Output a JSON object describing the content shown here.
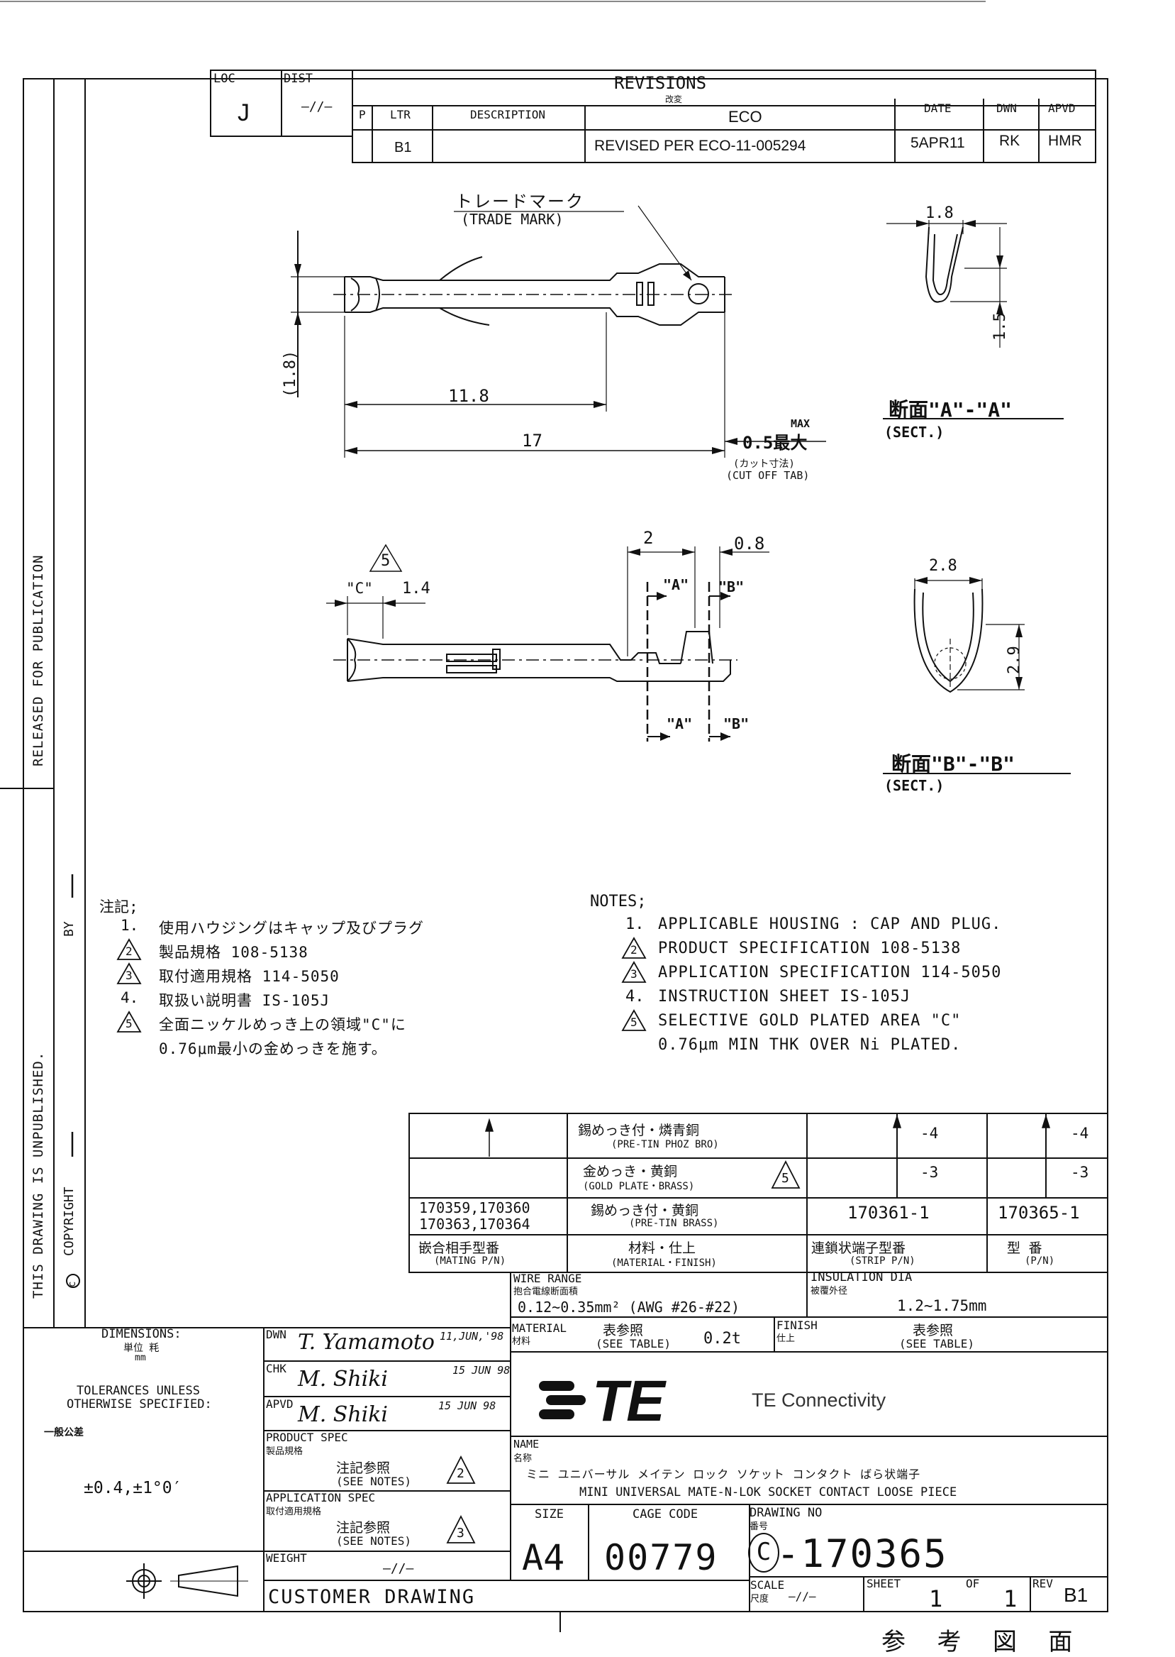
{
  "header": {
    "loc_label": "LOC",
    "loc_value": "J",
    "dist_label": "DIST",
    "dist_value": "—//—",
    "revisions_title": "REVISIONS",
    "revisions_jp": "改変",
    "col_p": "P",
    "col_ltr": "LTR",
    "col_description": "DESCRIPTION",
    "col_eco": "ECO",
    "col_date": "DATE",
    "col_dwn": "DWN",
    "col_apvd": "APVD",
    "rev_ltr": "B1",
    "rev_description": "REVISED PER ECO-11-005294",
    "rev_date": "5APR11",
    "rev_dwn": "RK",
    "rev_apvd": "HMR"
  },
  "side_margin": {
    "released": "RELEASED FOR PUBLICATION",
    "unpublished": "THIS DRAWING IS UNPUBLISHED.",
    "copyright": "COPYRIGHT",
    "copyright_symbol": "c",
    "by": "BY"
  },
  "drawing": {
    "trade_mark_jp": "トレードマーク",
    "trade_mark_en": "(TRADE MARK)",
    "dim_1_8_paren": "(1.8)",
    "dim_11_8": "11.8",
    "dim_17": "17",
    "dim_max": "MAX",
    "dim_0_5": "0.5最大",
    "cut_off_jp": "(カット寸法)",
    "cut_off_en": "(CUT OFF TAB)",
    "sect_a_top_dim": "1.8",
    "sect_a_side_dim": "1.5",
    "sect_a_title": "断面\"A\"-\"A\"",
    "sect_a_sub": "(SECT.)",
    "dim_2": "2",
    "dim_0_8": "0.8",
    "label_c": "\"C\"",
    "dim_1_4": "1.4",
    "triangle_5": "5",
    "label_a": "\"A\"",
    "label_b": "\"B\"",
    "sect_b_top_dim": "2.8",
    "sect_b_side_dim": "2.9",
    "sect_b_title": "断面\"B\"-\"B\"",
    "sect_b_sub": "(SECT.)"
  },
  "notes_jp": {
    "title": "注記;",
    "items": [
      {
        "num": "1.",
        "tri": "",
        "text": "使用ハウジングはキャップ及びプラグ"
      },
      {
        "num": "",
        "tri": "2",
        "text": "製品規格 108-5138"
      },
      {
        "num": "",
        "tri": "3",
        "text": "取付適用規格 114-5050"
      },
      {
        "num": "4.",
        "tri": "",
        "text": "取扱い説明書 IS-105J"
      },
      {
        "num": "",
        "tri": "5",
        "text": "全面ニッケルめっき上の領域\"C\"に"
      },
      {
        "num": "",
        "tri": "",
        "text": "0.76μm最小の金めっきを施す。"
      }
    ]
  },
  "notes_en": {
    "title": "NOTES;",
    "items": [
      {
        "num": "1.",
        "tri": "",
        "text": "APPLICABLE HOUSING : CAP AND PLUG."
      },
      {
        "num": "",
        "tri": "2",
        "text": "PRODUCT SPECIFICATION 108-5138"
      },
      {
        "num": "",
        "tri": "3",
        "text": "APPLICATION SPECIFICATION 114-5050"
      },
      {
        "num": "4.",
        "tri": "",
        "text": "INSTRUCTION SHEET IS-105J"
      },
      {
        "num": "",
        "tri": "5",
        "text": "SELECTIVE GOLD PLATED AREA \"C\""
      },
      {
        "num": "",
        "tri": "",
        "text": "0.76μm MIN THK OVER Ni PLATED."
      }
    ]
  },
  "material_table": {
    "row1_material_jp": "錫めっき付・燐青銅",
    "row1_material_en": "(PRE-TIN PHOZ BRO)",
    "row1_strip": "-4",
    "row1_pn": "-4",
    "row2_material_jp": "金めっき・黄銅",
    "row2_material_en": "(GOLD PLATE・BRASS)",
    "row2_tri": "5",
    "row2_strip": "-3",
    "row2_pn": "-3",
    "row3_mating_a": "170359,170360",
    "row3_mating_b": "170363,170364",
    "row3_material_jp": "錫めっき付・黄銅",
    "row3_material_en": "(PRE-TIN BRASS)",
    "row3_strip": "170361-1",
    "row3_pn": "170365-1",
    "hdr_mating_jp": "嵌合相手型番",
    "hdr_mating_en": "(MATING P/N)",
    "hdr_material_jp": "材料・仕上",
    "hdr_material_en": "(MATERIAL・FINISH)",
    "hdr_strip_jp": "連鎖状端子型番",
    "hdr_strip_en": "(STRIP P/N)",
    "hdr_pn_jp": "型 番",
    "hdr_pn_en": "(P/N)"
  },
  "title_block": {
    "dimensions_label": "DIMENSIONS:",
    "unit_jp": "単位 粍",
    "unit": "mm",
    "tolerances": "TOLERANCES UNLESS",
    "otherwise": "OTHERWISE SPECIFIED:",
    "general_tol_jp": "一般公差",
    "tolerance_value": "±0.4,±1°0′",
    "dwn_label": "DWN",
    "dwn_name": "T. Yamamoto",
    "dwn_date": "11,JUN,'98",
    "chk_label": "CHK",
    "chk_name": "M. Shiki",
    "chk_date": "15 JUN 98",
    "apvd_label": "APVD",
    "apvd_name": "M. Shiki",
    "apvd_date": "15 JUN 98",
    "product_spec": "PRODUCT SPEC",
    "product_spec_jp": "製品規格",
    "notes_ref_jp": "注記参照",
    "see_notes": "(SEE NOTES)",
    "product_tri": "2",
    "application_spec": "APPLICATION SPEC",
    "application_spec_jp": "取付適用規格",
    "application_tri": "3",
    "weight_label": "WEIGHT",
    "weight_value": "—//—",
    "customer_drawing": "CUSTOMER DRAWING",
    "wire_range": "WIRE RANGE",
    "wire_range_jp": "抱合電線断面積",
    "wire_value": "0.12~0.35mm² (AWG #26-#22)",
    "insulation": "INSULATION DIA",
    "insulation_jp": "被覆外径",
    "insulation_value": "1.2~1.75mm",
    "material_label": "MATERIAL",
    "material_jp": "材料",
    "material_value_jp": "表参照",
    "material_value": "(SEE TABLE)",
    "thickness": "0.2t",
    "finish_label": "FINISH",
    "finish_jp": "仕上",
    "finish_value_jp": "表参照",
    "finish_value": "(SEE TABLE)",
    "logo_text": "TE",
    "company": "TE Connectivity",
    "name_label": "NAME",
    "name_jp_label": "名称",
    "name_jp": "ミニ ユニバーサル メイテン ロック ソケット コンタクト ばら状端子",
    "name_en": "MINI UNIVERSAL MATE-N-LOK SOCKET CONTACT LOOSE PIECE",
    "size_label": "SIZE",
    "size_value": "A4",
    "cage_label": "CAGE CODE",
    "cage_value": "00779",
    "drawing_no_label": "DRAWING NO",
    "drawing_no_jp": "番号",
    "drawing_prefix": "C",
    "drawing_no": "-170365",
    "scale_label": "SCALE",
    "scale_jp": "尺度",
    "scale_value": "—//—",
    "sheet_label": "SHEET",
    "sheet_value": "1",
    "of_label": "OF",
    "of_value": "1",
    "rev_label": "REV",
    "rev_value": "B1"
  },
  "footer": {
    "reference": "参 考 図 面"
  }
}
